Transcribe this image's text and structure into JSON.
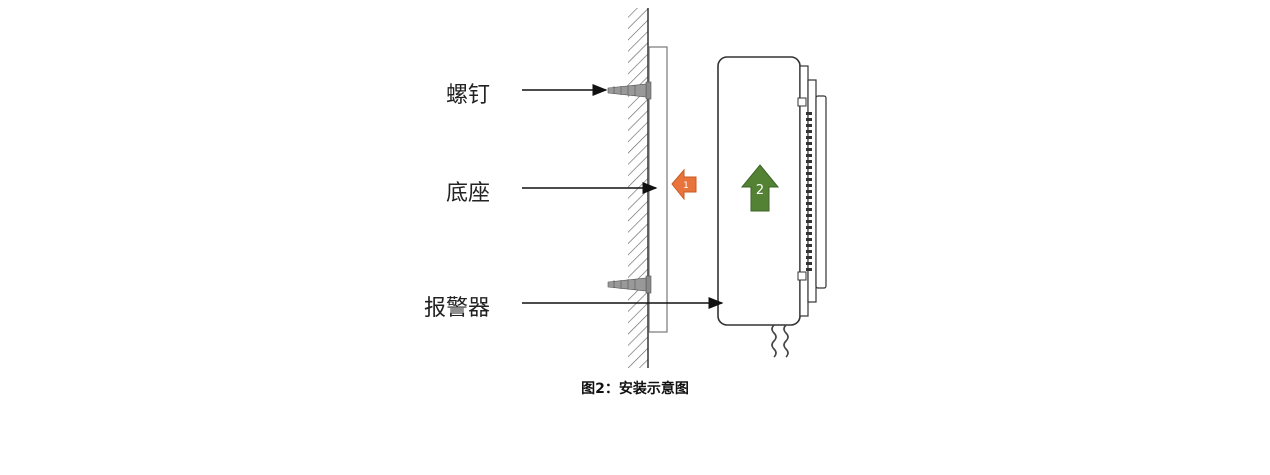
{
  "labels": {
    "screw": "螺钉",
    "base": "底座",
    "alarm": "报警器"
  },
  "arrows": {
    "step1": "1",
    "step2": "2"
  },
  "caption": "图2：安装示意图",
  "colors": {
    "step1_arrow": "#e8743b",
    "step2_arrow": "#548235",
    "wall_hatch": "#555555"
  }
}
